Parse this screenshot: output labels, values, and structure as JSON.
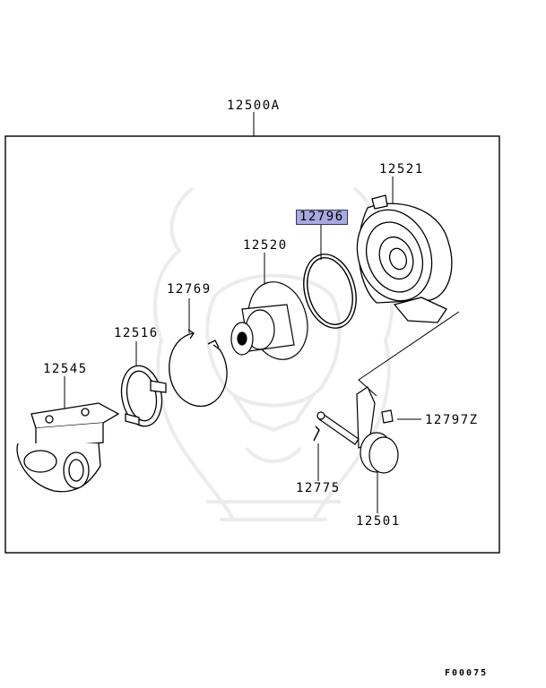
{
  "diagram_code": "F00075",
  "assembly_label": "12500A",
  "highlight_color": "#a9a9e0",
  "parts": {
    "p12521": "12521",
    "p12796": "12796",
    "p12520": "12520",
    "p12769": "12769",
    "p12516": "12516",
    "p12545": "12545",
    "p12797z": "12797Z",
    "p12775": "12775",
    "p12501": "12501"
  },
  "selected_part": "12796"
}
